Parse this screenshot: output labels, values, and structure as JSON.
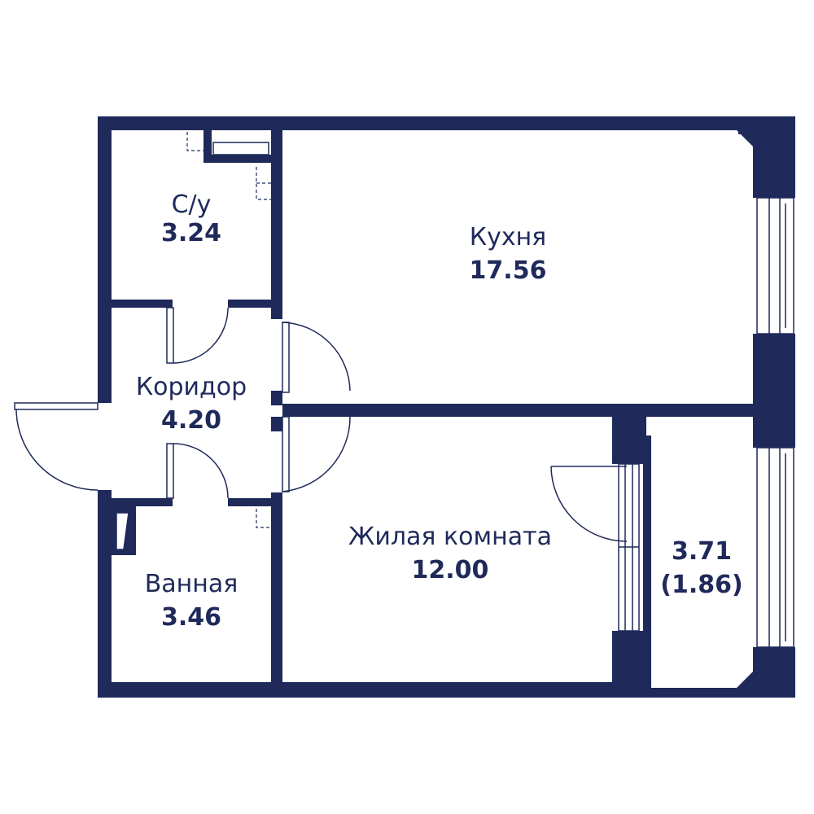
{
  "rooms": {
    "wc": {
      "name": "С/у",
      "area": "3.24"
    },
    "kitchen": {
      "name": "Кухня",
      "area": "17.56"
    },
    "corridor": {
      "name": "Коридор",
      "area": "4.20"
    },
    "living": {
      "name": "Жилая комната",
      "area": "12.00"
    },
    "bathroom": {
      "name": "Ванная",
      "area": "3.46"
    },
    "balcony": {
      "area": "3.71",
      "area_reduced": "(1.86)"
    }
  },
  "colors": {
    "wall": "#1f2a5a",
    "background": "#ffffff"
  }
}
